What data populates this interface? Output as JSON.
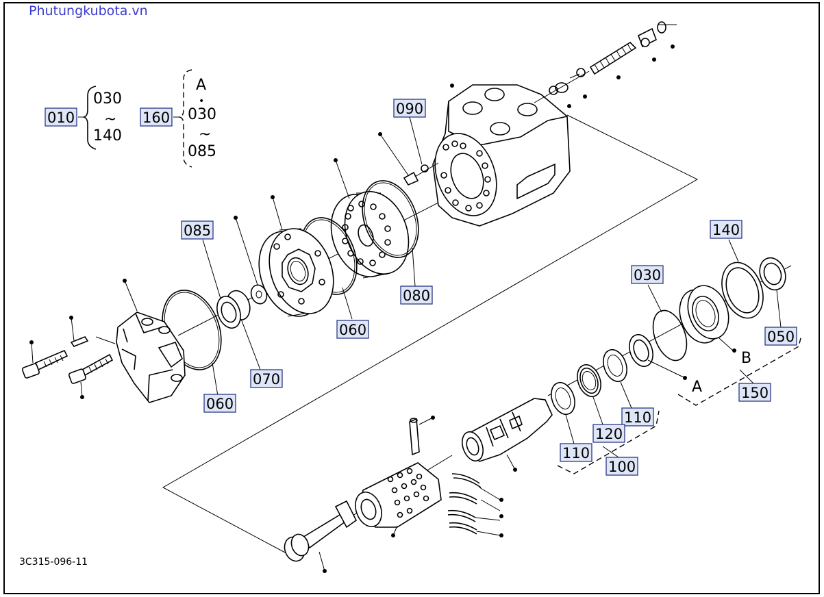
{
  "watermark": "Phutungkubota.vn",
  "drawing_number": "3C315-096-11",
  "groups": [
    {
      "code": "010",
      "range_from": "030",
      "range_sep": "~",
      "range_to": "140"
    },
    {
      "code": "160",
      "first": "A",
      "mid_dot": "•",
      "range_from": "030",
      "range_sep": "~",
      "range_to": "085"
    }
  ],
  "callouts": {
    "c090": "090",
    "c085": "085",
    "c070": "070",
    "c060a": "060",
    "c060b": "060",
    "c080": "080",
    "c030": "030",
    "c140": "140",
    "c050": "050",
    "c150": "150",
    "c110a": "110",
    "c110b": "110",
    "c120": "120",
    "c100": "100"
  },
  "letters": {
    "a": "A",
    "b": "B"
  }
}
